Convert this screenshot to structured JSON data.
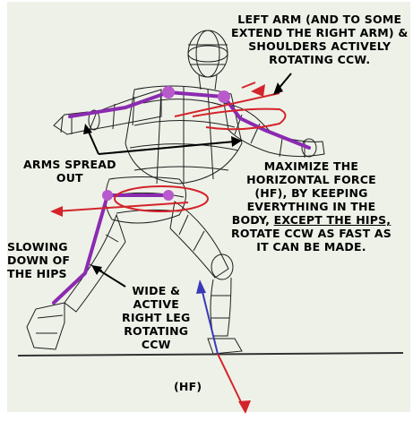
{
  "colors": {
    "skeleton": "#8a2bb0",
    "joint": "#b85acb",
    "arrow": "#d4232a",
    "force": "#3a3ab8",
    "background": "#eef1e8",
    "wireframe": "#1f1f1f"
  },
  "labels": {
    "shoulders": {
      "line1": "LEFT ARM (AND TO SOME",
      "line2": "EXTEND THE RIGHT ARM) &",
      "line3": "SHOULDERS  ACTIVELY",
      "line4": "ROTATING CCW."
    },
    "arms": {
      "line1": "ARMS SPREAD",
      "line2": "OUT"
    },
    "force": {
      "line1": "MAXIMIZE THE",
      "line2": "HORIZONTAL FORCE",
      "line3": "(HF), BY KEEPING",
      "line4": "EVERYTHING IN THE",
      "line5_plain": "BODY, ",
      "line5_underlined": "EXCEPT THE HIPS,",
      "line6": "ROTATE CCW AS FAST AS",
      "line7": "IT CAN BE MADE."
    },
    "hips": {
      "line1": "SLOWING",
      "line2": "DOWN OF",
      "line3": "THE HIPS"
    },
    "leg": {
      "line1": "WIDE &",
      "line2": "ACTIVE",
      "line3": "RIGHT LEG",
      "line4": "ROTATING",
      "line5": "CCW"
    },
    "hf": "(HF)"
  }
}
